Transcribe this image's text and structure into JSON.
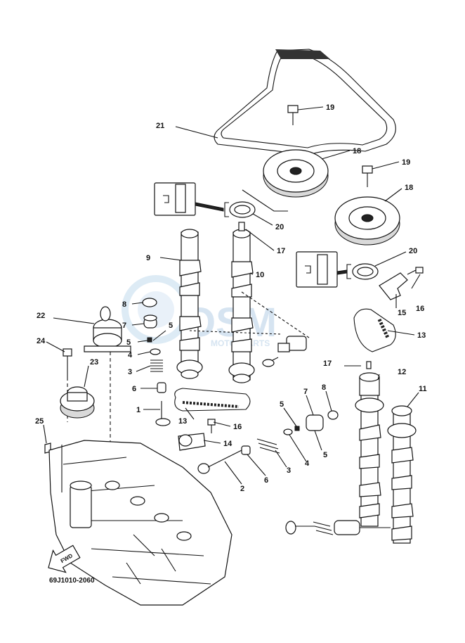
{
  "diagram": {
    "code": "69J1010-2060",
    "fwd_label": "FWD",
    "watermark": {
      "logo_text": "OSM",
      "sub_text": "MOTORPARTS"
    },
    "callouts": [
      "1",
      "2",
      "3",
      "3",
      "4",
      "4",
      "5",
      "5",
      "5",
      "5",
      "6",
      "6",
      "7",
      "7",
      "8",
      "8",
      "9",
      "10",
      "11",
      "12",
      "13",
      "13",
      "14",
      "15",
      "16",
      "16",
      "17",
      "17",
      "18",
      "18",
      "19",
      "19",
      "20",
      "20",
      "21",
      "22",
      "23",
      "24",
      "25"
    ]
  }
}
